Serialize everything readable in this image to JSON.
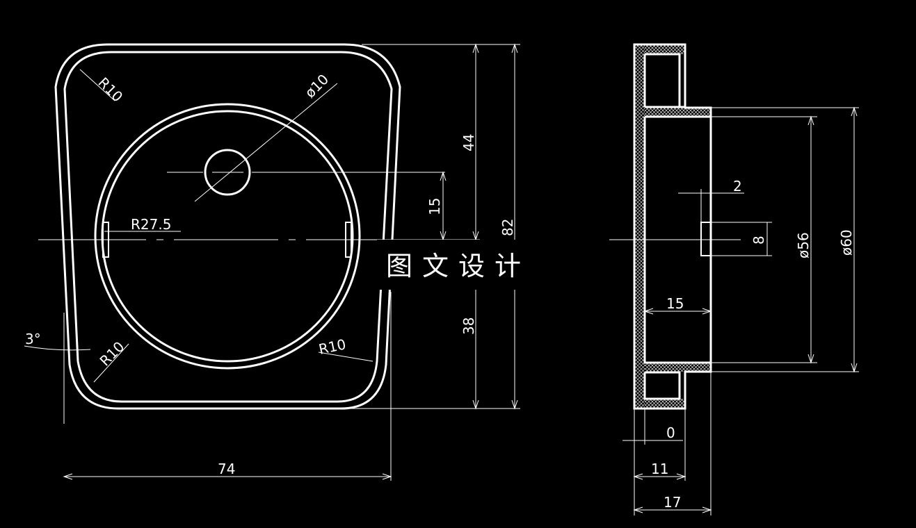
{
  "front_view": {
    "dims": {
      "r10_top_left": "R10",
      "dia_10": "ø10",
      "r27_5": "R27.5",
      "d44": "44",
      "d82": "82",
      "d15": "15",
      "d38": "38",
      "angle_3": "3°",
      "r10_bottom_left": "R10",
      "r10_bottom_right": "R10",
      "d74": "74"
    }
  },
  "side_view": {
    "dims": {
      "d2": "2",
      "d8": "8",
      "dia_56": "ø56",
      "dia_60": "ø60",
      "d15": "15",
      "d0": "0",
      "d11": "11",
      "d17": "17"
    }
  },
  "watermark": "图文设计"
}
